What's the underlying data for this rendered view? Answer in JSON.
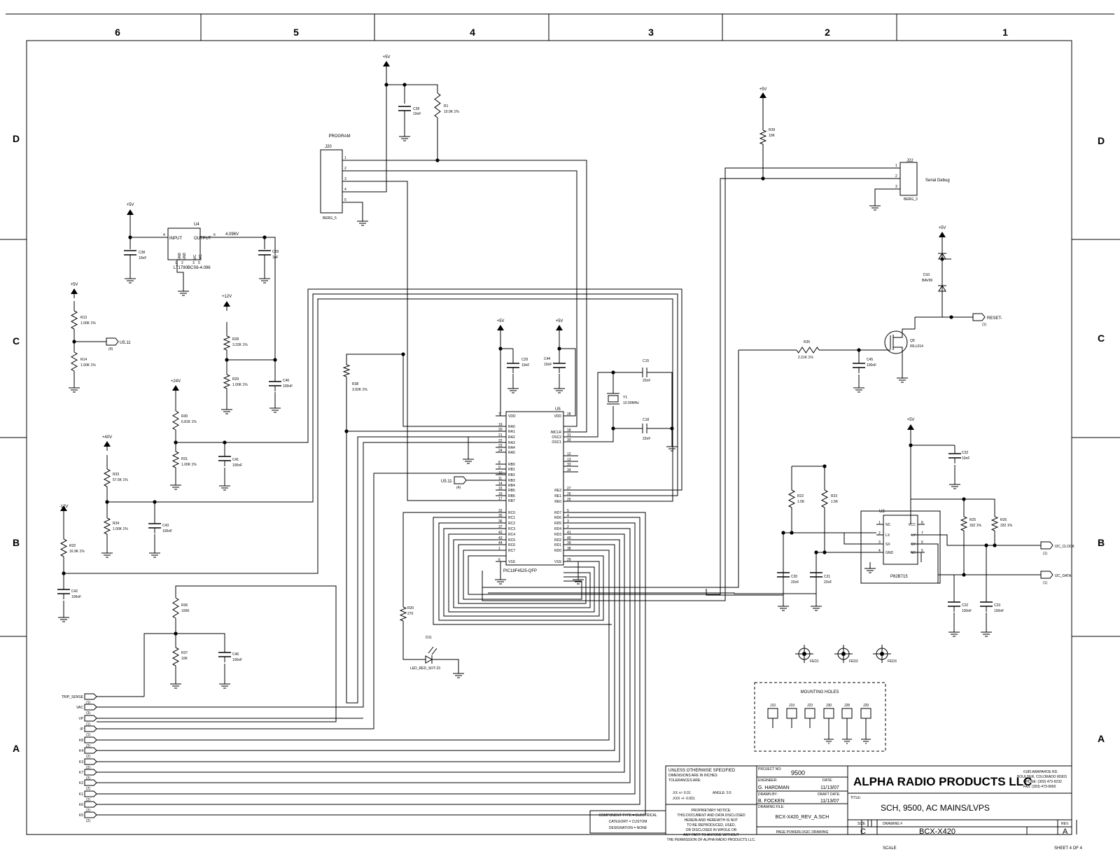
{
  "zones": {
    "columns": [
      "6",
      "5",
      "4",
      "3",
      "2",
      "1"
    ],
    "rows": [
      "D",
      "C",
      "B",
      "A"
    ]
  },
  "power": {
    "p5v": "+5V",
    "p12v": "+12V",
    "p24v": "+24V",
    "p40v": "+40V",
    "m12v": "-12V",
    "out": "4.096V"
  },
  "program": {
    "title": "PROGRAM",
    "ref": "J20",
    "pkg": "BERG_5",
    "pins": [
      "1",
      "2",
      "3",
      "4",
      "5"
    ]
  },
  "serial": {
    "ref": "J22",
    "title": "Serial Debug",
    "pkg": "BERG_3",
    "pins": [
      "1",
      "2",
      "3"
    ]
  },
  "regulator": {
    "ref": "U4",
    "input": "INPUT",
    "output": "OUTPUT",
    "part": "LT1790BCS6-4.096",
    "pin_in": "4",
    "pin_out": "6",
    "gnd_pins": [
      "GND",
      "GND",
      "N/C",
      "N/C"
    ],
    "bottom_pins": [
      "1",
      "2",
      "3",
      "5"
    ]
  },
  "mcu": {
    "ref": "U5",
    "part": "PIC18F4525-QFP",
    "left": [
      [
        "7",
        "VDD"
      ],
      [
        "19",
        "RA0"
      ],
      [
        "20",
        "RA1"
      ],
      [
        "21",
        "RA2"
      ],
      [
        "22",
        "RA3"
      ],
      [
        "23",
        "RA4"
      ],
      [
        "24",
        "RA5"
      ],
      [
        "8",
        "RB0"
      ],
      [
        "9",
        "RB1"
      ],
      [
        "10",
        "RB2"
      ],
      [
        "11",
        "RB3"
      ],
      [
        "14",
        "RB4"
      ],
      [
        "15",
        "RB5"
      ],
      [
        "16",
        "RB6"
      ],
      [
        "17",
        "RB7"
      ],
      [
        "32",
        "RC0"
      ],
      [
        "35",
        "RC1"
      ],
      [
        "36",
        "RC2"
      ],
      [
        "37",
        "RC3"
      ],
      [
        "42",
        "RC4"
      ],
      [
        "43",
        "RC5"
      ],
      [
        "44",
        "RC6"
      ],
      [
        "1",
        "RC7"
      ],
      [
        "6",
        "VSS"
      ]
    ],
    "right": [
      [
        "28",
        "VDD"
      ],
      [
        "18",
        "/MCLR"
      ],
      [
        "31",
        "OSC2"
      ],
      [
        "30",
        "OSC1"
      ],
      [
        "12",
        ""
      ],
      [
        "13",
        ""
      ],
      [
        "33",
        ""
      ],
      [
        "34",
        ""
      ],
      [
        "27",
        "RE2"
      ],
      [
        "26",
        "RE1"
      ],
      [
        "25",
        "RE0"
      ],
      [
        "5",
        "RD7"
      ],
      [
        "4",
        "RD6"
      ],
      [
        "3",
        "RD5"
      ],
      [
        "2",
        "RD4"
      ],
      [
        "41",
        "RD3"
      ],
      [
        "40",
        "RD2"
      ],
      [
        "39",
        "RD1"
      ],
      [
        "38",
        "RD0"
      ],
      [
        "29",
        "VSS"
      ]
    ]
  },
  "supervisor": {
    "ref": "U3",
    "part": "P82B715",
    "left": [
      [
        "1",
        "NC"
      ],
      [
        "2",
        "LX"
      ],
      [
        "3",
        "SX"
      ],
      [
        "4",
        "GND"
      ]
    ],
    "right": [
      [
        "8",
        "VCC"
      ],
      [
        "7",
        "LY"
      ],
      [
        "6",
        "SY"
      ],
      [
        "5",
        "NC"
      ]
    ]
  },
  "parts": {
    "R1": [
      "R1",
      "10.0K 1%"
    ],
    "C28": [
      "C28",
      "10nF"
    ],
    "R39": [
      "R39",
      "10K"
    ],
    "C38": [
      "C38",
      "10nF"
    ],
    "C39": [
      "C39",
      "1uF"
    ],
    "R13": [
      "R13",
      "1.00K 1%"
    ],
    "R14": [
      "R14",
      "1.00K 1%"
    ],
    "R28": [
      "R28",
      "3.32K 1%"
    ],
    "R29": [
      "R29",
      "1.00K 1%"
    ],
    "C40": [
      "C40",
      "100nF"
    ],
    "R38": [
      "R38",
      "3.92K 1%"
    ],
    "R30": [
      "R30",
      "6.81K 1%"
    ],
    "R31": [
      "R31",
      "1.00K 1%"
    ],
    "C41": [
      "C41",
      "100nF"
    ],
    "R33": [
      "R33",
      "57.6K 1%"
    ],
    "R34": [
      "R34",
      "1.00K 1%"
    ],
    "C43": [
      "C43",
      "100nF"
    ],
    "R32": [
      "R32",
      "16.9K 1%"
    ],
    "C42": [
      "C42",
      "100nF"
    ],
    "R36": [
      "R36",
      "100K"
    ],
    "R37": [
      "R37",
      "10K"
    ],
    "C46": [
      "C46",
      "100nF"
    ],
    "C29": [
      "C29",
      "10nF"
    ],
    "C44": [
      "C44",
      "10nF"
    ],
    "C15": [
      "C15",
      "22nF"
    ],
    "C18": [
      "C18",
      "22nF"
    ],
    "Y1": [
      "Y1",
      "10.00MHz"
    ],
    "D10": [
      "D10",
      "BAV99"
    ],
    "Q9": [
      "Q9",
      "IRLL014"
    ],
    "R35": [
      "R35",
      "2.21K 1%"
    ],
    "C45": [
      "C45",
      "100nF"
    ],
    "C32": [
      "C32",
      "10nF"
    ],
    "R22": [
      "R22",
      "1.5K"
    ],
    "R23": [
      "R23",
      "1.5K"
    ],
    "R25": [
      "R25",
      "332 1%"
    ],
    "R26": [
      "R26",
      "332 1%"
    ],
    "C20": [
      "C20",
      "22nF"
    ],
    "C21": [
      "C21",
      "22nF"
    ],
    "C22": [
      "C22",
      "100nF"
    ],
    "C23": [
      "C23",
      "100nF"
    ],
    "R20": [
      "R20",
      "270"
    ],
    "D11": [
      "D11",
      "LED_RED_SOT-23"
    ]
  },
  "offsheet": {
    "u5_11": "U5.11",
    "u5_11_ref": "(4)",
    "reset": "RESET-",
    "reset_ref": "(1)",
    "i2c_clock": "I2C_CLOCK",
    "i2c_data": "I2C_DATA",
    "i2c_ref": "(1)",
    "left": [
      [
        "TRIP_SENSE",
        "(1)"
      ],
      [
        "VAC",
        "(3)"
      ],
      [
        "VP",
        "(1)"
      ],
      [
        "IP",
        "(1)"
      ],
      [
        "K8",
        "(2)"
      ],
      [
        "K4",
        "(2)"
      ],
      [
        "K3",
        "(2)"
      ],
      [
        "K7",
        "(2)"
      ],
      [
        "K2",
        "(2)"
      ],
      [
        "K1",
        "(2)"
      ],
      [
        "K6",
        "(2)"
      ],
      [
        "K5",
        "(2)"
      ]
    ]
  },
  "fiducials": [
    "FED1",
    "FED2",
    "FED3"
  ],
  "mounting": {
    "title": "MOUNTING HOLES",
    "holes": [
      "J10",
      "J19",
      "J23",
      "J30",
      "J28",
      "J29"
    ]
  },
  "titleblock": {
    "spec": [
      "UNLESS OTHERWISE SPECIFIED",
      "DIMENSIONS ARE IN INCHES",
      "TOLERANCES ARE:",
      ".XX +/- 0.01",
      ".XXX +/- 0.001",
      "ANGLE: 0.5"
    ],
    "proprietary": [
      "PROPRIETARY NOTICE:",
      "THIS DOCUMENT AND DATA DISCLOSED",
      "HEREIN AND HEREWITH IS NOT",
      "TO BE REPRODUCED, USED,",
      "OR DISCLOSED IN WHOLE OR",
      "ANY PART TO ANYONE WITHOUT",
      "THE PERMISSION OF ALPHA RADIO PRODUCTS LLC."
    ],
    "component": [
      "COMPONENT TYPE = ELECTRICAL",
      "CATEGORY = CUSTOM",
      "DESIGNATION = NONE"
    ],
    "project_label": "PROJECT NO:",
    "project": "9500",
    "engineer_label": "ENGINEER:",
    "engineer": "G. HARDMAN",
    "date_label": "DATE:",
    "engineer_date": "11/13/07",
    "drawn_label": "DRAWN BY:",
    "drawn": "B. FOCKEN",
    "draft_label": "DRAFT DATE:",
    "drawn_date": "11/13/07",
    "file_label": "DRAWING FILE:",
    "file": "BCX-X420_REV_A.SCH",
    "page_note": "PAGE POWERLOGIC DRAWING",
    "company": "ALPHA RADIO PRODUCTS LLC",
    "address": [
      "6185 ARAPAHOE RD.",
      "BOULDER, COLORADO 80303",
      "PHONE: (303) 473-9232",
      "FAX: (303) 473-9660"
    ],
    "title_label": "TITLE:",
    "title": "SCH, 9500, AC MAINS/LVPS",
    "size_label": "SIZE",
    "size": "C",
    "drawing_label": "DRAWING #",
    "drawing": "BCX-X420",
    "rev_label": "REV.",
    "rev": "A",
    "scale_label": "SCALE",
    "sheet": "SHEET 4 OF 4"
  }
}
